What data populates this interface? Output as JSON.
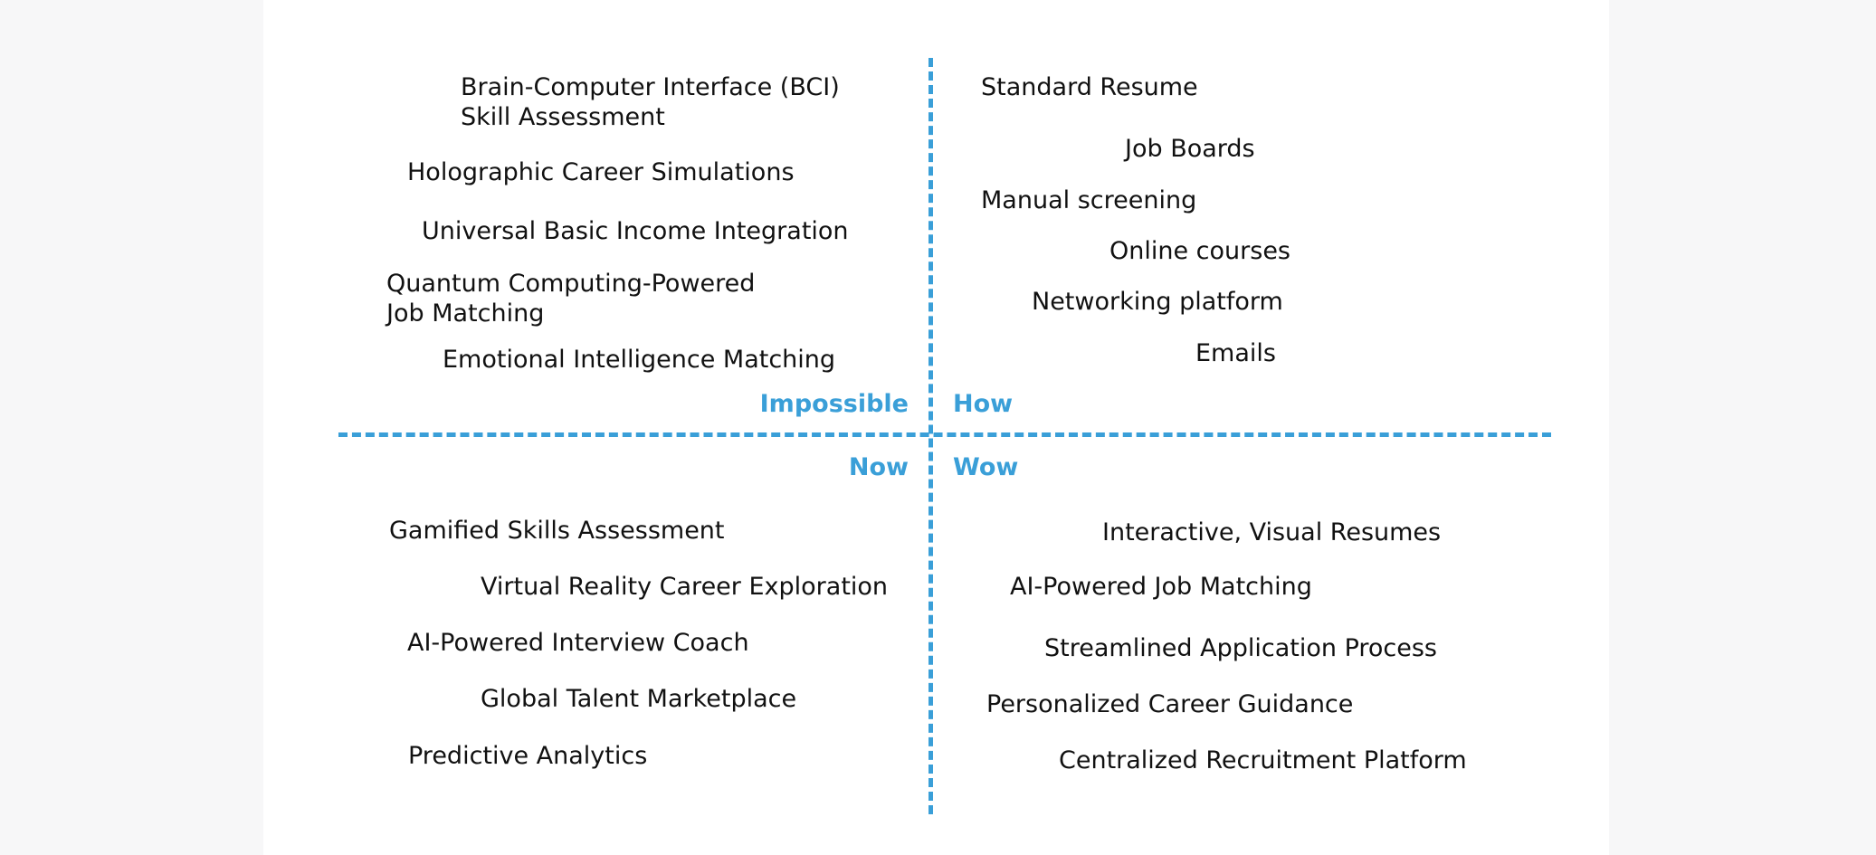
{
  "colors": {
    "accent": "#3a9fd8",
    "text": "#111111",
    "background": "#ffffff"
  },
  "quadrant_labels": {
    "top_left": "Impossible",
    "top_right": "How",
    "bottom_left": "Now",
    "bottom_right": "Wow"
  },
  "impossible_items": [
    "Brain-Computer Interface (BCI)",
    "Skill Assessment",
    "Holographic Career Simulations",
    "Universal Basic Income Integration",
    "Quantum Computing-Powered",
    "Job Matching",
    "Emotional Intelligence Matching"
  ],
  "how_items": [
    "Standard Resume",
    "Job Boards",
    "Manual screening",
    "Online courses",
    "Networking platform",
    "Emails"
  ],
  "now_items": [
    "Gamified Skills Assessment",
    "Virtual Reality Career Exploration",
    "AI-Powered Interview Coach",
    "Global Talent Marketplace",
    "Predictive Analytics"
  ],
  "wow_items": [
    "Interactive, Visual Resumes",
    "AI-Powered Job Matching",
    "Streamlined Application Process",
    "Personalized Career Guidance",
    "Centralized Recruitment Platform"
  ]
}
